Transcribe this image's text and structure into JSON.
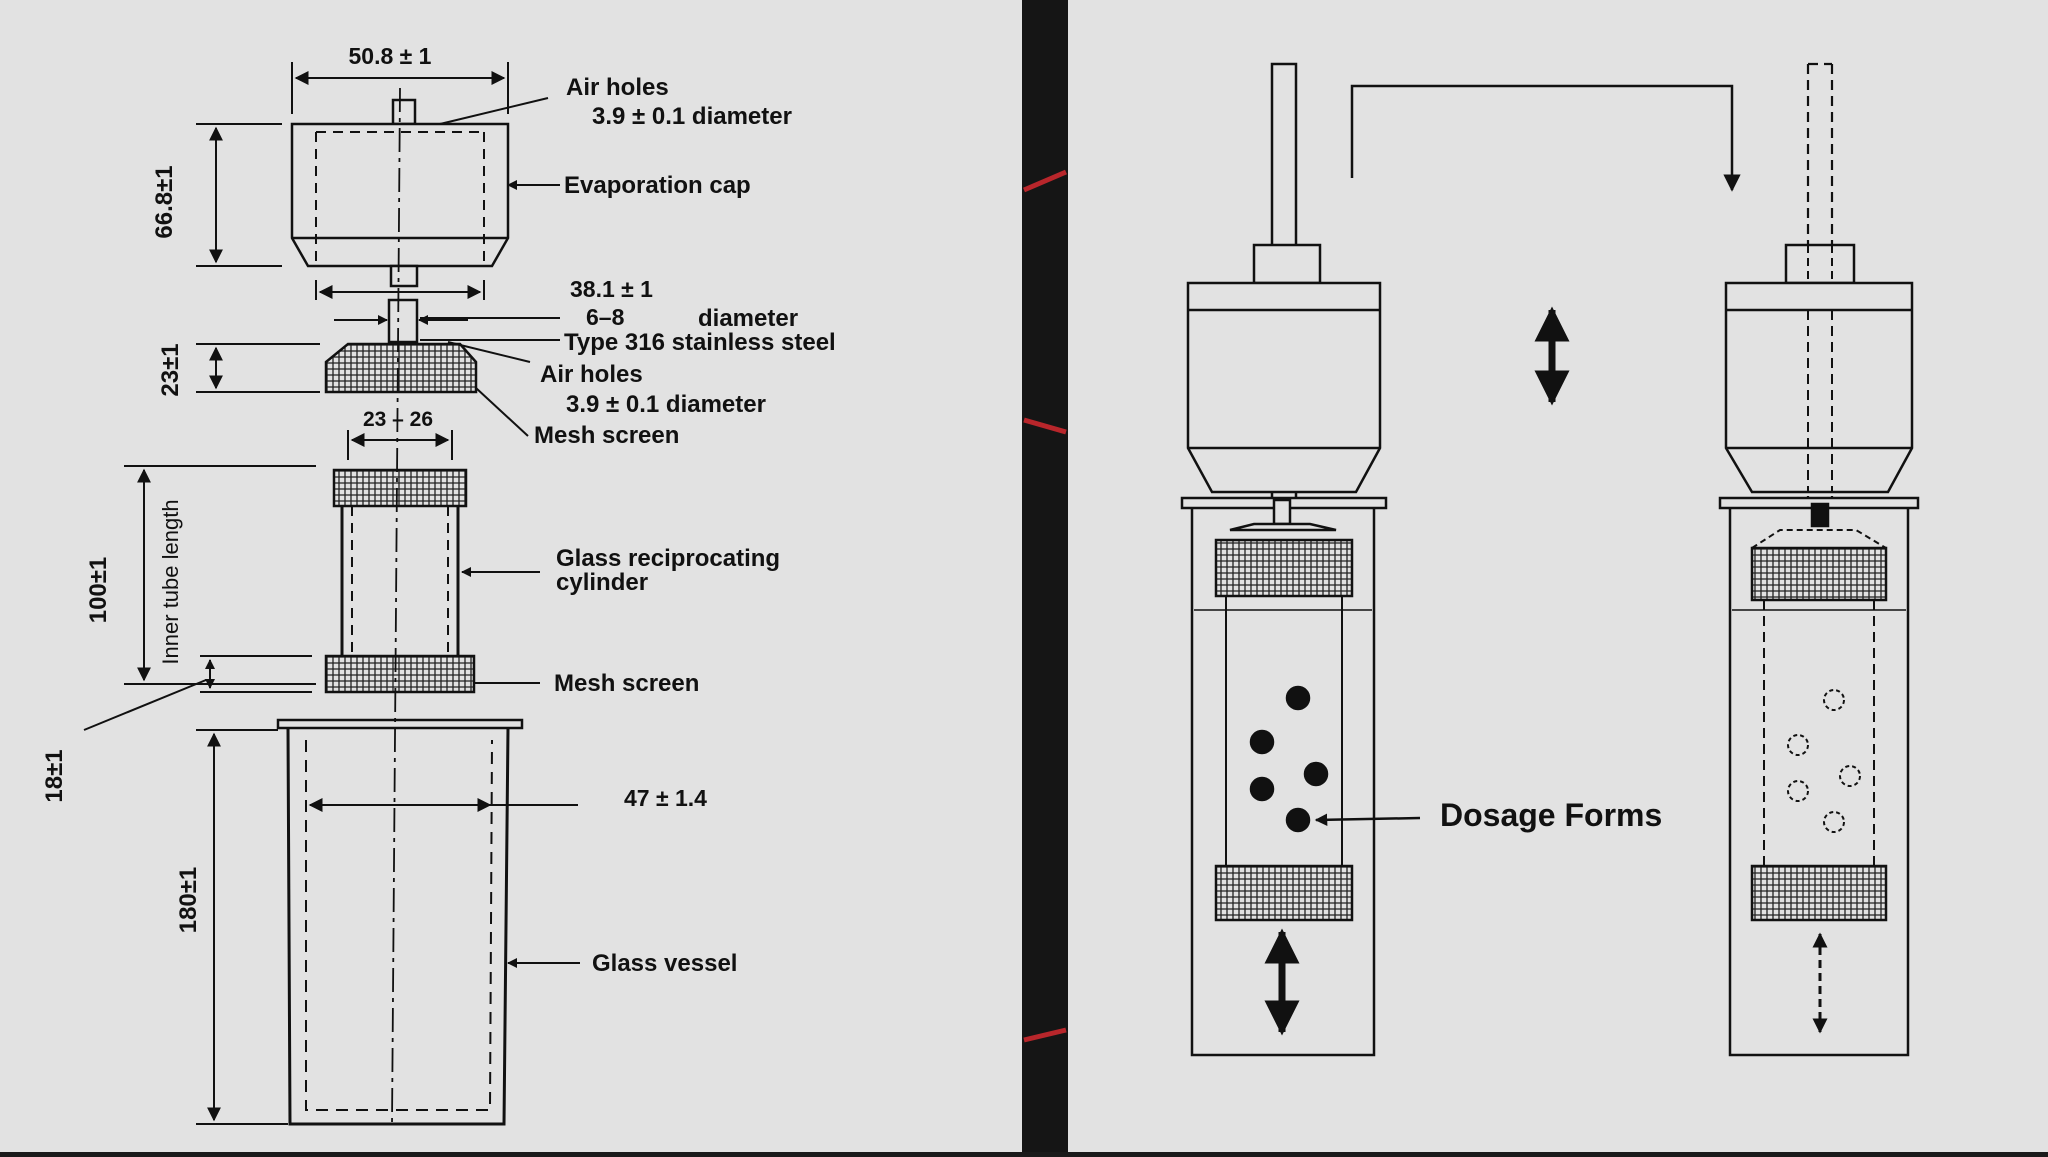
{
  "colors": {
    "panel": "#e2e2e2",
    "divider": "#151515",
    "ink": "#111111",
    "accent_red": "#b8262b"
  },
  "left_panel": {
    "dims": {
      "cap_width": "50.8 ± 1",
      "cap_height": "66.8±1",
      "cap_base": "38.1 ± 1",
      "shaft": "6–8",
      "disc_height": "23±1",
      "disc_width": "23 – 26",
      "inner_length_value": "100±1",
      "inner_length_label": "Inner tube length",
      "screen_gap": "18±1",
      "vessel_width": "47 ± 1.4",
      "vessel_height": "180±1"
    },
    "labels": {
      "air_holes_top": "Air holes",
      "air_holes_top_dia": "3.9 ± 0.1 diameter",
      "evaporation_cap": "Evaporation cap",
      "diameter": "diameter",
      "stainless": "Type 316 stainless steel",
      "air_holes_mid": "Air holes",
      "air_holes_mid_dia": "3.9 ± 0.1 diameter",
      "mesh_screen_1": "Mesh screen",
      "glass_cyl_1": "Glass reciprocating",
      "glass_cyl_2": "cylinder",
      "mesh_screen_2": "Mesh screen",
      "glass_vessel": "Glass vessel"
    }
  },
  "right_panel": {
    "labels": {
      "dosage_forms": "Dosage Forms"
    }
  }
}
